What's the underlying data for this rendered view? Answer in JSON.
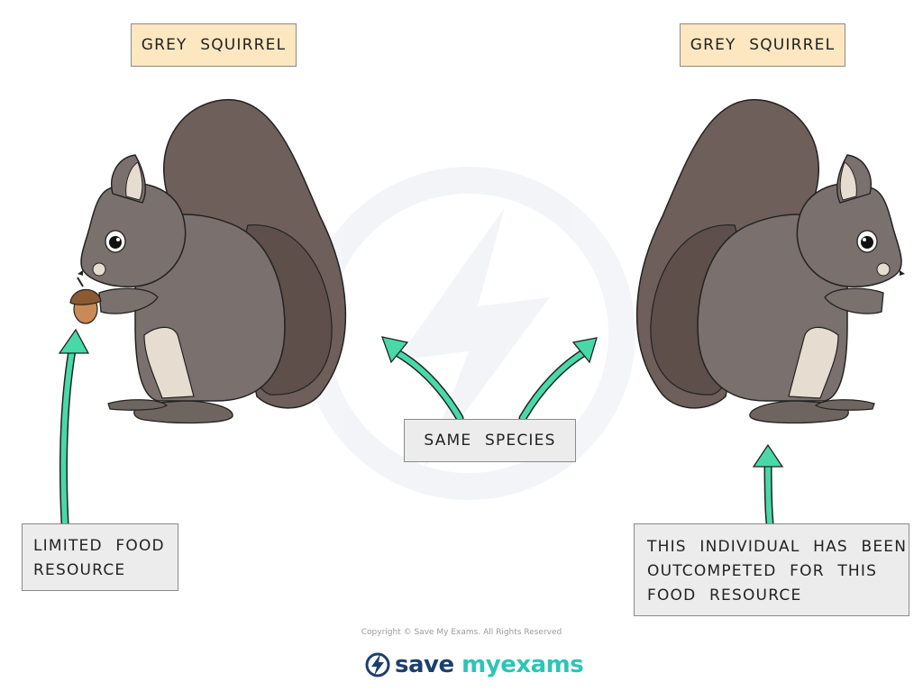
{
  "labels": {
    "left_title": "GREY SQUIRREL",
    "right_title": "GREY SQUIRREL",
    "center": "SAME SPECIES",
    "food_line1": "LIMITED FOOD",
    "food_line2": "RESOURCE",
    "out_line1": "THIS INDIVIDUAL HAS BEEN",
    "out_line2": "OUTCOMPETED FOR THIS",
    "out_line3": "FOOD RESOURCE"
  },
  "footer": {
    "copyright": "Copyright © Save My Exams. All Rights Reserved",
    "brand_1": "save",
    "brand_2": "my",
    "brand_3": "exams"
  },
  "colors": {
    "squirrel_body": "#7a706d",
    "squirrel_tail": "#6e5f5a",
    "squirrel_tail_inner": "#5e4f4b",
    "belly": "#e6dccf",
    "arrow": "#49d8a8",
    "tan_label": "#fde7c0",
    "grey_label": "#ececec",
    "brand_blue": "#1c3f6e",
    "brand_teal": "#2ec4b6"
  }
}
